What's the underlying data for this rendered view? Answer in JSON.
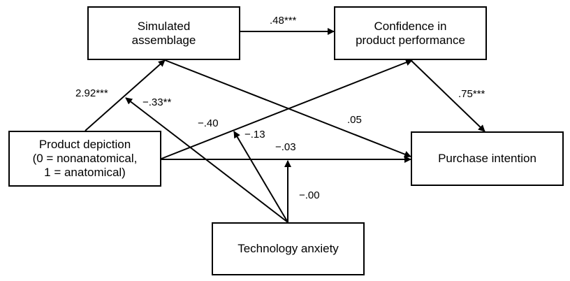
{
  "nodes": {
    "simulated_assemblage": {
      "lines": [
        "Simulated",
        "assemblage"
      ]
    },
    "confidence": {
      "lines": [
        "Confidence in",
        "product performance"
      ]
    },
    "product_depiction": {
      "lines": [
        "Product depiction",
        "(0 = nonanatomical,",
        "1 = anatomical)"
      ]
    },
    "purchase_intention": {
      "lines": [
        "Purchase intention"
      ]
    },
    "technology_anxiety": {
      "lines": [
        "Technology anxiety"
      ]
    }
  },
  "paths": {
    "simulated_to_confidence": ".48***",
    "depiction_to_simulated": "2.92***",
    "confidence_to_purchase": ".75***",
    "simulated_to_purchase": ".05",
    "depiction_to_confidence": "−.40",
    "depiction_to_purchase": "−.03",
    "anxiety_moderates_simulated": "−.33**",
    "anxiety_moderates_confidence": "−.13",
    "anxiety_moderates_direct": "−.00"
  }
}
